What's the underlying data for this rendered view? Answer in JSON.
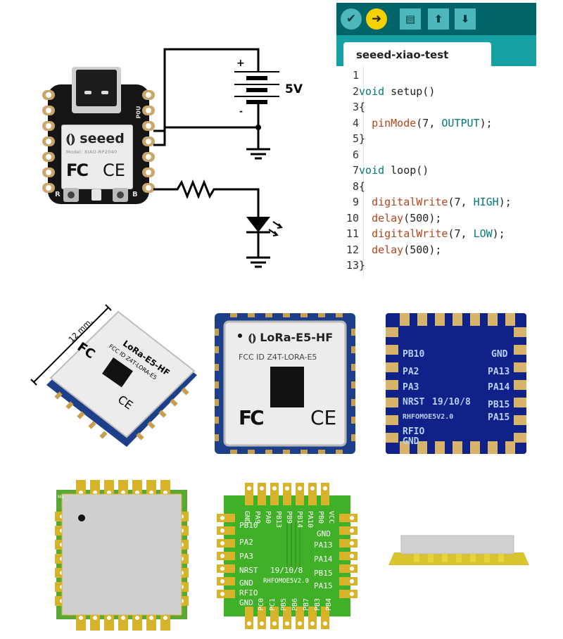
{
  "xiao_board": {
    "brand": "seeed",
    "model": "Model: XIAO-RP2040",
    "fcc": "FC",
    "ce": "CE",
    "button_left_label": "R",
    "button_right_label": "B",
    "silk_label": "P0U"
  },
  "schematic": {
    "battery_voltage": "5V",
    "plus_sign": "+",
    "minus_sign": "-"
  },
  "ide": {
    "toolbar": {
      "verify_icon": "check-icon",
      "upload_icon": "arrow-right-icon",
      "new_icon": "document-icon",
      "open_icon": "arrow-up-icon",
      "save_icon": "arrow-down-icon"
    },
    "tab_label": "seeed-xiao-test",
    "colors": {
      "toolbar": "#006468",
      "tabbar": "#17a1a5",
      "button": "#4db7bb",
      "upload_active": "#f3d000"
    },
    "code": [
      {
        "n": "1",
        "parts": []
      },
      {
        "n": "2",
        "parts": [
          {
            "c": "kw",
            "t": "void"
          },
          {
            "c": "tx",
            "t": " setup()"
          }
        ]
      },
      {
        "n": "3",
        "parts": [
          {
            "c": "tx",
            "t": "{"
          }
        ]
      },
      {
        "n": "4",
        "parts": [
          {
            "c": "tx",
            "t": "  "
          },
          {
            "c": "fn",
            "t": "pinMode"
          },
          {
            "c": "tx",
            "t": "(7, "
          },
          {
            "c": "cn",
            "t": "OUTPUT"
          },
          {
            "c": "tx",
            "t": ");"
          }
        ]
      },
      {
        "n": "5",
        "parts": [
          {
            "c": "tx",
            "t": "}"
          }
        ]
      },
      {
        "n": "6",
        "parts": []
      },
      {
        "n": "7",
        "parts": [
          {
            "c": "kw",
            "t": "void"
          },
          {
            "c": "tx",
            "t": " loop()"
          }
        ]
      },
      {
        "n": "8",
        "parts": [
          {
            "c": "tx",
            "t": "{"
          }
        ]
      },
      {
        "n": "9",
        "parts": [
          {
            "c": "tx",
            "t": "  "
          },
          {
            "c": "fn",
            "t": "digitalWrite"
          },
          {
            "c": "tx",
            "t": "(7, "
          },
          {
            "c": "cn",
            "t": "HIGH"
          },
          {
            "c": "tx",
            "t": ");"
          }
        ]
      },
      {
        "n": "10",
        "parts": [
          {
            "c": "tx",
            "t": "  "
          },
          {
            "c": "fn",
            "t": "delay"
          },
          {
            "c": "tx",
            "t": "(500);"
          }
        ]
      },
      {
        "n": "11",
        "parts": [
          {
            "c": "tx",
            "t": "  "
          },
          {
            "c": "fn",
            "t": "digitalWrite"
          },
          {
            "c": "tx",
            "t": "(7, "
          },
          {
            "c": "cn",
            "t": "LOW"
          },
          {
            "c": "tx",
            "t": ");"
          }
        ]
      },
      {
        "n": "12",
        "parts": [
          {
            "c": "tx",
            "t": "  "
          },
          {
            "c": "fn",
            "t": "delay"
          },
          {
            "c": "tx",
            "t": "(500);"
          }
        ]
      },
      {
        "n": "13",
        "parts": [
          {
            "c": "tx",
            "t": "}"
          }
        ]
      }
    ]
  },
  "lora_module_angled": {
    "dimension_label": "12 mm.",
    "name": "LoRa-E5-HF",
    "fcc_id": "FCC ID Z4T-LORA-E5",
    "fcc": "FC",
    "ce": "CE"
  },
  "lora_module_front": {
    "name": "LoRa-E5-HF",
    "fcc_id": "FCC ID Z4T-LORA-E5",
    "fcc": "FC",
    "ce": "CE"
  },
  "lora_module_back": {
    "left_pins": [
      "PB10",
      "PA2",
      "PA3",
      "NRST",
      "RFIO",
      "GND"
    ],
    "right_pins": [
      "GND",
      "PA13",
      "PA14",
      "PB15",
      "PA15"
    ],
    "date": "19/10/8",
    "board_code": "RHFOMOE5V2.0"
  },
  "render_top": {
    "marker": "M1"
  },
  "render_bottom": {
    "top_pins": [
      "GND",
      "PA9",
      "PA0",
      "PB13",
      "PB9",
      "PB14",
      "PA10",
      "PB0",
      "VCC"
    ],
    "left_pins": [
      "PB10",
      "PA2",
      "PA3",
      "NRST",
      "GND",
      "RFIO",
      "GND"
    ],
    "right_pins": [
      "GND",
      "PA13",
      "PA14",
      "PB15",
      "PA15"
    ],
    "bottom_pins": [
      "PC0",
      "PC1",
      "PB5",
      "PB6",
      "PB7",
      "PB3",
      "PB4"
    ],
    "date": "19/10/8",
    "board_code": "RHFOMOE5V2.0"
  }
}
